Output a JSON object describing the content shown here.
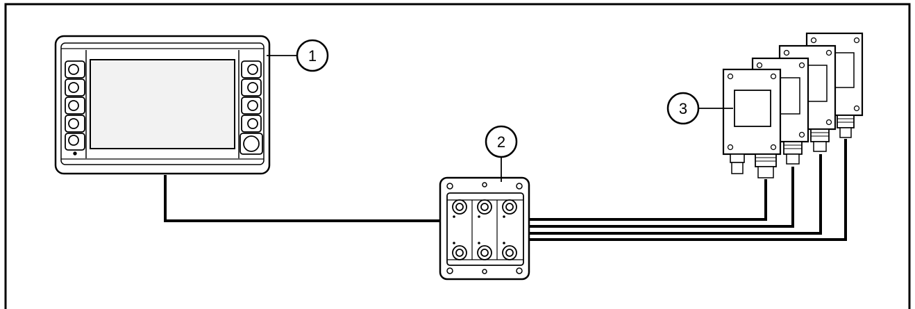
{
  "callouts": [
    {
      "id": "1",
      "label": "1"
    },
    {
      "id": "2",
      "label": "2"
    },
    {
      "id": "3",
      "label": "3"
    }
  ],
  "colors": {
    "stroke": "#000000",
    "device_fill": "#ffffff",
    "screen_fill": "#f2f2f2",
    "panel_fill": "#e8e8e8"
  }
}
